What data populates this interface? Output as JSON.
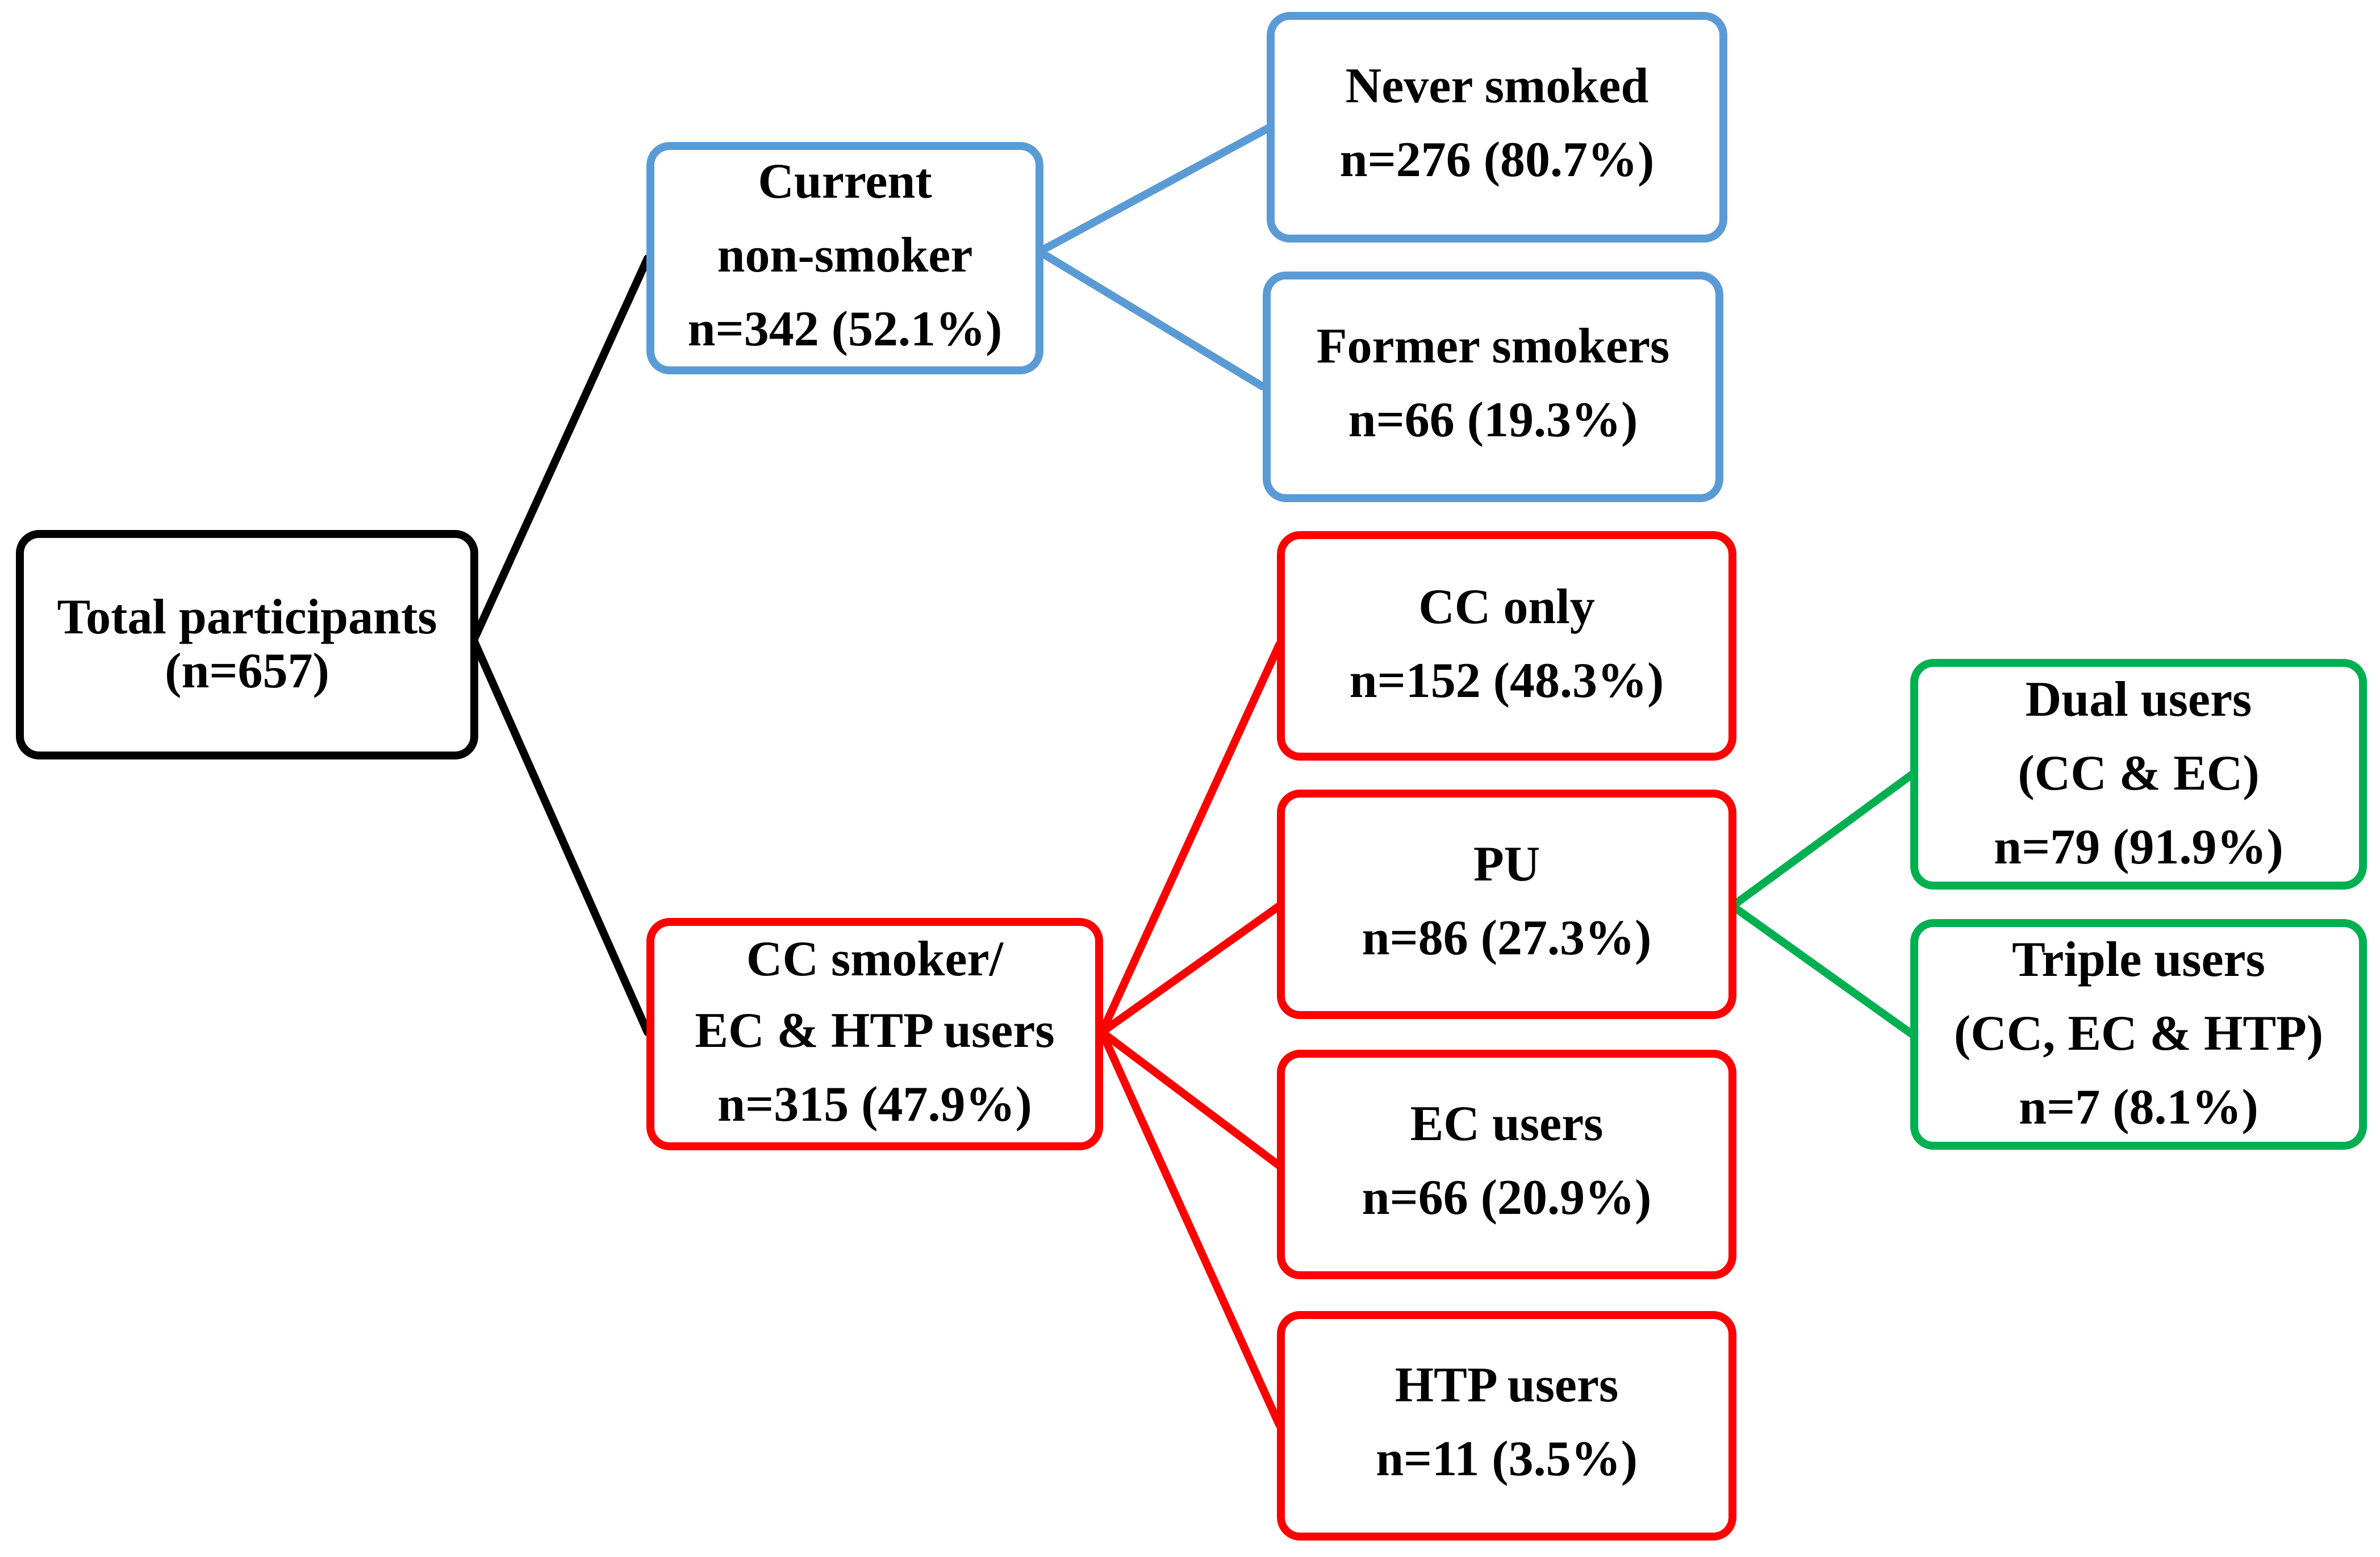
{
  "colors": {
    "root": "#000000",
    "non_smoker": "#5B9BD5",
    "smoker": "#FF0000",
    "poly_use": "#00B050",
    "text": "#000000",
    "background": "#FFFFFF"
  },
  "nodes": {
    "total": {
      "lines": [
        "Total participants",
        "(n=657)"
      ]
    },
    "non_smoker": {
      "lines": [
        "Current",
        "non-smoker",
        "n=342 (52.1%)"
      ]
    },
    "never_smoked": {
      "lines": [
        "Never smoked",
        "n=276 (80.7%)"
      ]
    },
    "former_smokers": {
      "lines": [
        "Former smokers",
        "n=66 (19.3%)"
      ]
    },
    "smoker": {
      "lines": [
        "CC smoker/",
        "EC & HTP users",
        "n=315 (47.9%)"
      ]
    },
    "cc_only": {
      "lines": [
        "CC only",
        "n=152 (48.3%)"
      ]
    },
    "pu": {
      "lines": [
        "PU",
        "n=86 (27.3%)"
      ]
    },
    "ec_users": {
      "lines": [
        "EC users",
        "n=66 (20.9%)"
      ]
    },
    "htp_users": {
      "lines": [
        "HTP users",
        "n=11 (3.5%)"
      ]
    },
    "dual_users": {
      "lines": [
        "Dual users",
        "(CC & EC)",
        "n=79 (91.9%)"
      ]
    },
    "triple_users": {
      "lines": [
        "Triple users",
        "(CC, EC & HTP)",
        "n=7 (8.1%)"
      ]
    }
  }
}
